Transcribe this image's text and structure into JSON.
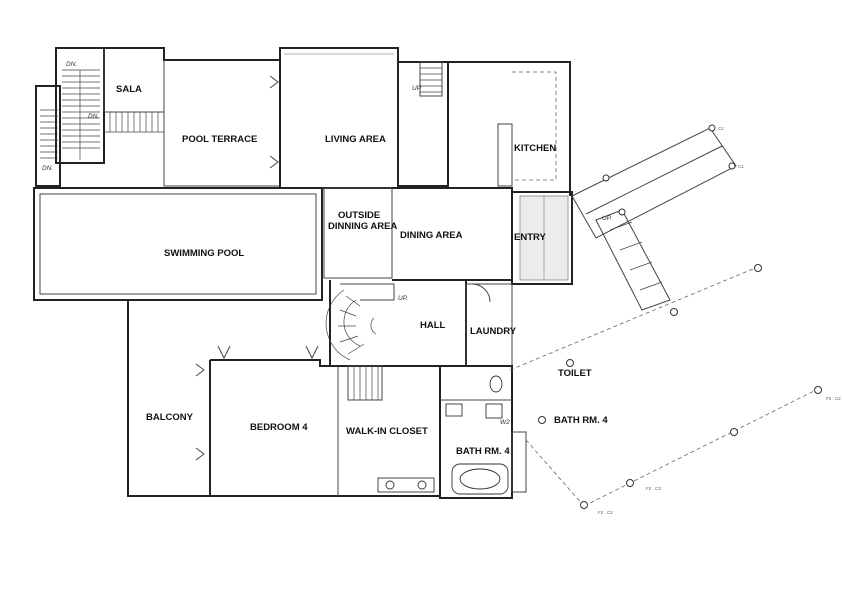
{
  "rooms": {
    "sala": "SALA",
    "pool_terrace": "POOL TERRACE",
    "living_area": "LIVING AREA",
    "kitchen": "KITCHEN",
    "outside_dining_line1": "OUTSIDE",
    "outside_dining_line2": "DINNING AREA",
    "dining_area": "DINING AREA",
    "entry": "ENTRY",
    "swimming_pool": "SWIMMING POOL",
    "hall": "HALL",
    "laundry": "LAUNDRY",
    "toilet": "TOILET",
    "balcony": "BALCONY",
    "bedroom_4": "BEDROOM 4",
    "walk_in_closet": "WALK-IN CLOSET",
    "bath_rm_4_inner": "BATH RM. 4",
    "bath_rm_4_outer": "BATH RM. 4"
  },
  "stair_notes": {
    "dn_top": "DN.",
    "dn_mid": "DN.",
    "dn_bottom": "DN.",
    "up_kitchen": "UP",
    "up_hall": "UP.",
    "up_entry": "UP."
  },
  "fixture_tag": "W2",
  "grid_tags": {
    "top_1": "C1",
    "top_2": "C1",
    "bottom_1": "F2 . C2",
    "bottom_2": "F2 . C3",
    "bottom_3": "F2 . C2"
  }
}
